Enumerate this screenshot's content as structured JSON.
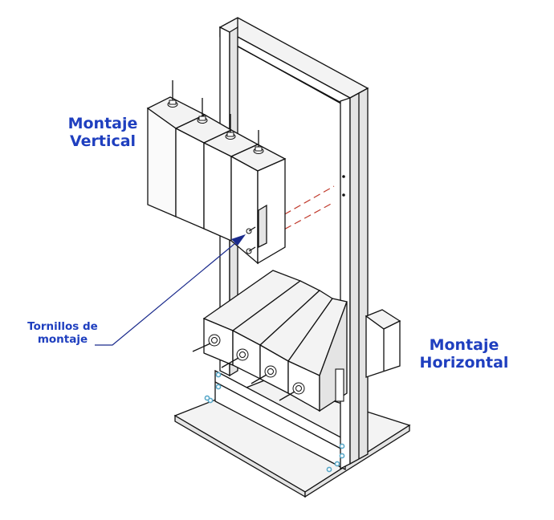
{
  "labels": {
    "vertical_line1": "Montaje",
    "vertical_line2": "Vertical",
    "horizontal_line1": "Montaje",
    "horizontal_line2": "Horizontal",
    "screws_line1": "Tornillos de",
    "screws_line2": "montaje"
  },
  "colors": {
    "label_text": "#1f3fbf",
    "leader_line": "#1a2a8c",
    "red_dashes": "#c0392b",
    "fastener_dots": "#5aa9c9",
    "outline": "#111111"
  }
}
